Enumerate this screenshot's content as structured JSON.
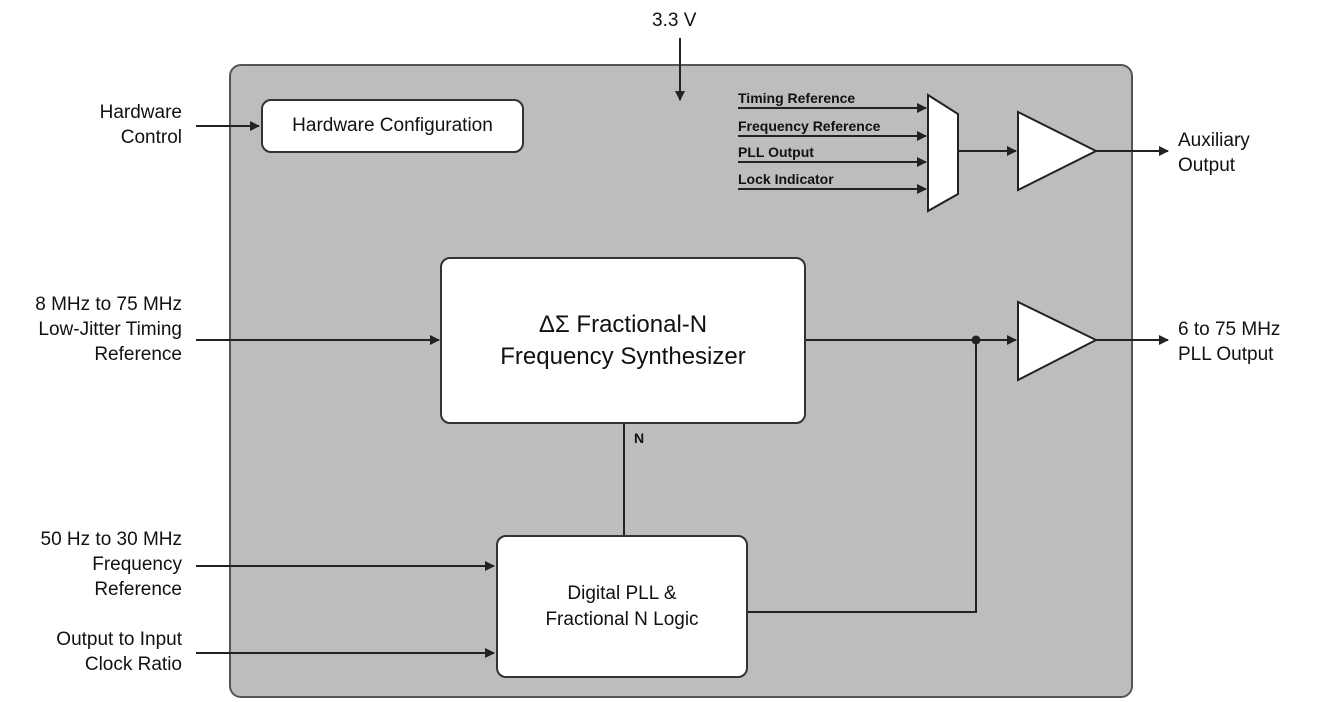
{
  "supply": "3.3 V",
  "hardware_control_label": [
    "Hardware",
    "Control"
  ],
  "hardware_config_label": "Hardware Configuration",
  "mux_inputs": [
    "Timing Reference",
    "Frequency Reference",
    "PLL Output",
    "Lock Indicator"
  ],
  "aux_output_label": [
    "Auxiliary",
    "Output"
  ],
  "timing_ref_label": [
    "8 MHz to 75 MHz",
    "Low-Jitter Timing",
    "Reference"
  ],
  "synth_label": [
    "ΔΣ Fractional-N",
    "Frequency Synthesizer"
  ],
  "pll_output_label": [
    "6 to 75 MHz",
    "PLL Output"
  ],
  "n_label": "N",
  "freq_ref_label": [
    "50 Hz to 30 MHz",
    "Frequency",
    "Reference"
  ],
  "ratio_label": [
    "Output to Input",
    "Clock Ratio"
  ],
  "dpll_label": [
    "Digital PLL &",
    "Fractional N Logic"
  ]
}
